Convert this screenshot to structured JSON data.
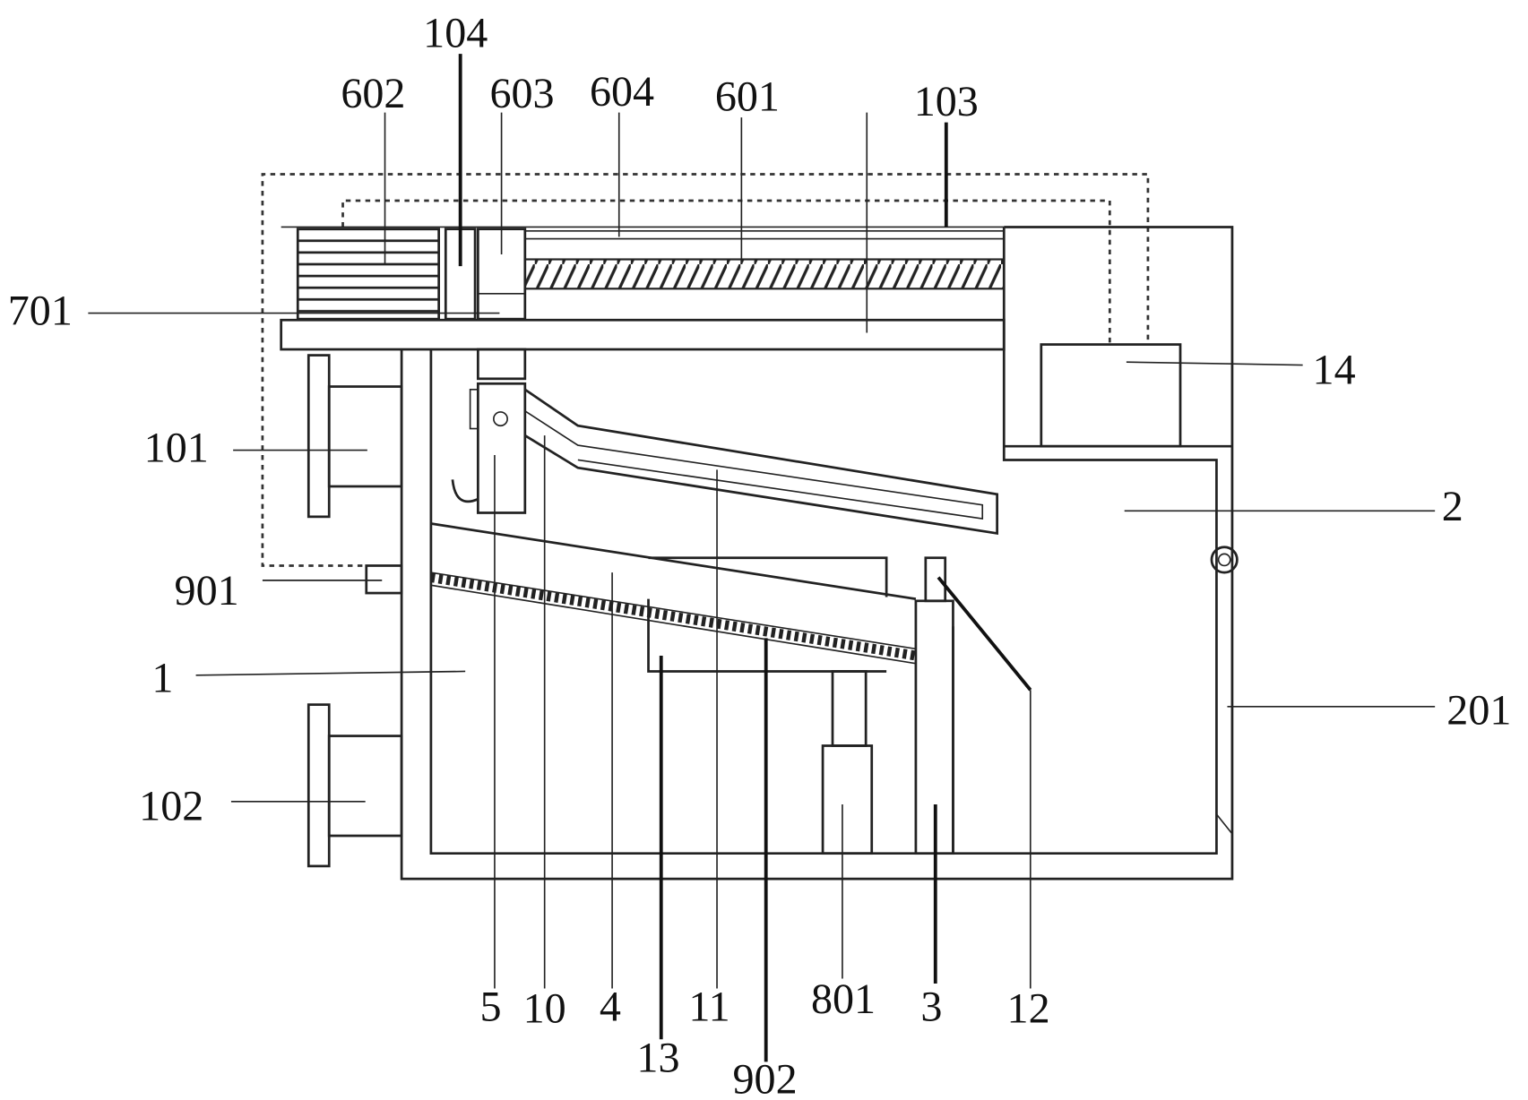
{
  "figure": {
    "labels": {
      "l104": "104",
      "l602": "602",
      "l603": "603",
      "l604": "604",
      "l601": "601",
      "l103": "103",
      "l701": "701",
      "l14": "14",
      "l101": "101",
      "l2": "2",
      "l901": "901",
      "l1": "1",
      "l201": "201",
      "l102": "102",
      "l5": "5",
      "l10": "10",
      "l4": "4",
      "l11": "11",
      "l801": "801",
      "l3": "3",
      "l12": "12",
      "l13": "13",
      "l902": "902"
    }
  }
}
